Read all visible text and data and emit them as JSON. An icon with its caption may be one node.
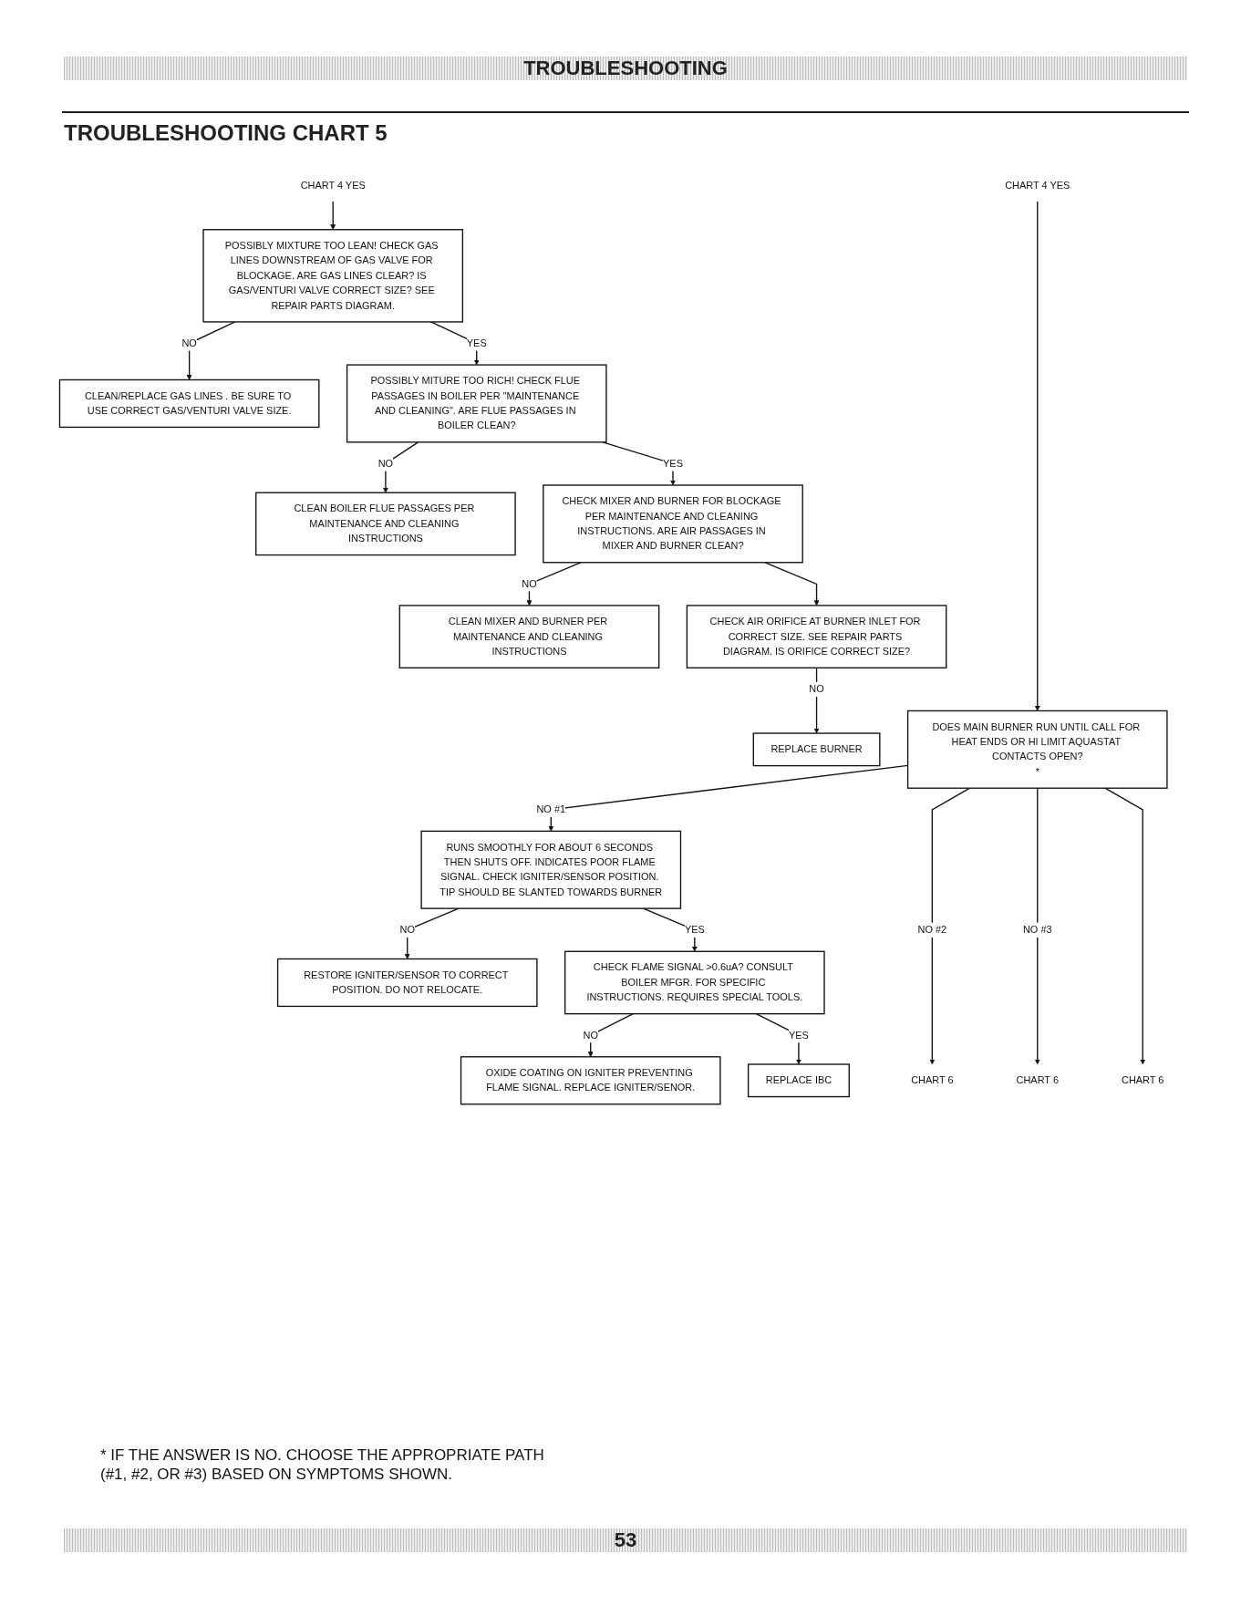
{
  "diagram": {
    "title": "TROUBLESHOOTING CHART 5",
    "nodes": [
      {
        "text": [
          "CHART 4 YES"
        ]
      },
      {
        "text": [
          "CHART 4 YES"
        ]
      },
      {
        "text": [
          "POSSIBLY MIXTURE TOO LEAN! CHECK GAS LINES DOWNSTREAM OF GAS VALVE FOR BLOCKAGE. ARE GAS LINES CLEAR? IS GAS/VENTURI VALVE CORRECT SIZE? SEE REPAIR PARTS DIAGRAM."
        ]
      },
      {
        "text": [
          "CLEAN/REPLACE GAS LINES . BE SURE TO USE CORRECT GAS/VENTURI VALVE SIZE."
        ]
      },
      {
        "text": [
          "POSSIBLY MITURE TOO RICH! CHECK FLUE PASSAGES IN BOILER PER \"MAINTENANCE AND CLEANING\". ARE FLUE PASSAGES IN BOILER CLEAN?"
        ]
      },
      {
        "text": [
          "CLEAN BOILER FLUE PASSAGES PER MAINTENANCE AND CLEANING INSTRUCTIONS"
        ]
      },
      {
        "text": [
          "CHECK MIXER AND BURNER FOR BLOCKAGE PER MAINTENANCE AND CLEANING INSTRUCTIONS. ARE AIR PASSAGES IN MIXER AND BURNER CLEAN?"
        ]
      },
      {
        "text": [
          "CLEAN MIXER AND BURNER PER MAINTENANCE AND CLEANING INSTRUCTIONS"
        ]
      },
      {
        "text": [
          "CHECK AIR ORIFICE AT BURNER INLET FOR CORRECT SIZE. SEE REPAIR PARTS DIAGRAM. IS ORIFICE CORRECT SIZE?"
        ]
      },
      {
        "text": [
          "REPLACE BURNER"
        ]
      },
      {
        "text": [
          "DOES MAIN BURNER RUN UNTIL CALL FOR HEAT ENDS OR HI LIMIT AQUASTAT CONTACTS OPEN?",
          "*"
        ]
      },
      {
        "text": [
          "RUNS SMOOTHLY FOR ABOUT 6 SECONDS THEN SHUTS OFF. INDICATES POOR FLAME SIGNAL. CHECK IGNITER/SENSOR POSITION. TIP SHOULD BE SLANTED TOWARDS BURNER"
        ]
      },
      {
        "text": [
          "RESTORE IGNITER/SENSOR TO CORRECT POSITION. DO NOT RELOCATE."
        ]
      },
      {
        "text": [
          "CHECK FLAME SIGNAL >0.6uA? CONSULT BOILER MFGR. FOR SPECIFIC INSTRUCTIONS. REQUIRES SPECIAL TOOLS."
        ]
      },
      {
        "text": [
          "OXIDE COATING ON IGNITER PREVENTING FLAME SIGNAL. REPLACE IGNITER/SENOR."
        ]
      },
      {
        "text": [
          "REPLACE IBC"
        ]
      },
      {
        "text": [
          "CHART 6"
        ]
      },
      {
        "text": [
          "CHART 6"
        ]
      },
      {
        "text": [
          "CHART 6"
        ]
      }
    ],
    "edges": [
      {
        "from": 0,
        "to": 10,
        "arrow": "to"
      },
      {
        "from": 1,
        "to": 2,
        "arrow": "to"
      },
      {
        "from": 2,
        "to": 3,
        "arrow": "to",
        "label": "NO"
      },
      {
        "from": 2,
        "to": 4,
        "arrow": "to",
        "label": "YES"
      },
      {
        "from": 4,
        "to": 5,
        "arrow": "to",
        "label": "NO"
      },
      {
        "from": 4,
        "to": 6,
        "arrow": "to",
        "label": "YES"
      },
      {
        "from": 6,
        "to": 7,
        "arrow": "to",
        "label": "NO"
      },
      {
        "from": 6,
        "to": 8,
        "arrow": "to"
      },
      {
        "from": 8,
        "to": 9,
        "arrow": "to",
        "label": "NO"
      },
      {
        "from": 10,
        "to": 11,
        "arrow": "to",
        "label": "NO #1"
      },
      {
        "from": 10,
        "to": 18,
        "arrow": "to",
        "label": "NO #2"
      },
      {
        "from": 10,
        "to": 17,
        "arrow": "to",
        "label": "NO #3"
      },
      {
        "from": 10,
        "to": 16,
        "arrow": "to"
      },
      {
        "from": 11,
        "to": 12,
        "arrow": "to",
        "label": "NO"
      },
      {
        "from": 11,
        "to": 13,
        "arrow": "to",
        "label": "YES"
      },
      {
        "from": 13,
        "to": 14,
        "arrow": "to",
        "label": "NO"
      },
      {
        "from": 13,
        "to": 15,
        "arrow": "to",
        "label": "YES"
      }
    ],
    "labels": [
      "TROUBLESHOOTING",
      "* IF THE ANSWER IS NO. CHOOSE THE APPROPRIATE PATH (#1, #2, OR #3) BASED ON SYMPTOMS SHOWN.",
      "53"
    ]
  }
}
